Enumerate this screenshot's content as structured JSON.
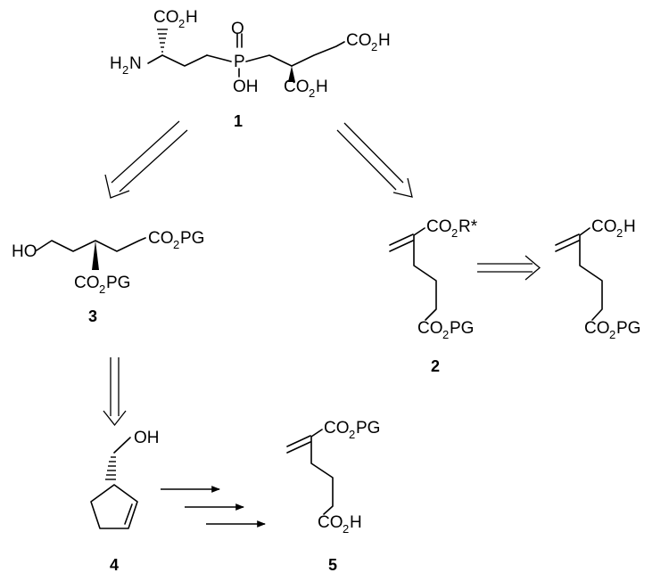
{
  "compound_1": {
    "number": "1",
    "groups": [
      "CO",
      "2",
      "H",
      "H",
      "2",
      "N",
      "O",
      "P",
      "OH",
      "CO",
      "2",
      "H",
      "CO",
      "2",
      "H"
    ]
  },
  "compound_3": {
    "number": "3",
    "groups": [
      "HO",
      "CO",
      "2",
      "PG",
      "CO",
      "2",
      "PG"
    ]
  },
  "compound_2": {
    "number": "2",
    "groups": [
      "CO",
      "2",
      "R*",
      "CO",
      "2",
      "PG"
    ]
  },
  "compound_2_acid": {
    "groups": [
      "CO",
      "2",
      "H",
      "CO",
      "2",
      "PG"
    ]
  },
  "compound_4": {
    "number": "4",
    "groups": [
      "OH"
    ]
  },
  "compound_5": {
    "number": "5",
    "groups": [
      "CO",
      "2",
      "PG",
      "CO",
      "2",
      "H"
    ]
  }
}
